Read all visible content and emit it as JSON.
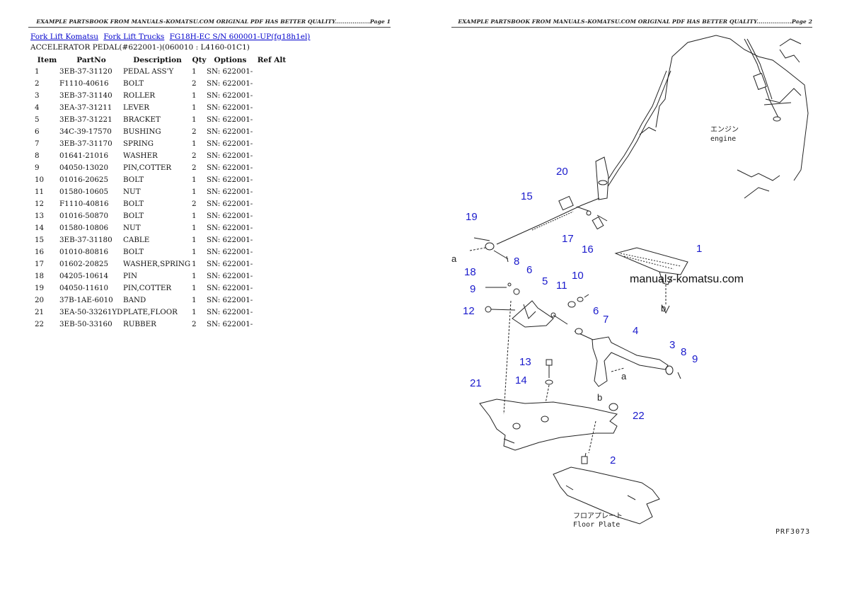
{
  "header": {
    "page1": "EXAMPLE PARTSBOOK FROM MANUALS-KOMATSU.COM ORIGINAL PDF HAS BETTER QUALITY..................Page 1",
    "page2": "EXAMPLE PARTSBOOK FROM MANUALS-KOMATSU.COM ORIGINAL PDF HAS BETTER QUALITY..................Page 2"
  },
  "breadcrumb": [
    {
      "label": "Fork Lift Komatsu"
    },
    {
      "label": "Fork Lift Trucks"
    },
    {
      "label": "FG18H-EC S/N 600001-UP(fg18h1el)"
    }
  ],
  "subtitle": "ACCELERATOR PEDAL(#622001-)(060010 : L4160-01C1)",
  "table": {
    "headers": [
      "Item",
      "PartNo",
      "Description",
      "Qty",
      "Options",
      "Ref Alt"
    ],
    "rows": [
      [
        "1",
        "3EB-37-31120",
        "PEDAL ASS'Y",
        "1",
        "SN: 622001-",
        ""
      ],
      [
        "2",
        "F1110-40616",
        "BOLT",
        "2",
        "SN: 622001-",
        ""
      ],
      [
        "3",
        "3EB-37-31140",
        "ROLLER",
        "1",
        "SN: 622001-",
        ""
      ],
      [
        "4",
        "3EA-37-31211",
        "LEVER",
        "1",
        "SN: 622001-",
        ""
      ],
      [
        "5",
        "3EB-37-31221",
        "BRACKET",
        "1",
        "SN: 622001-",
        ""
      ],
      [
        "6",
        "34C-39-17570",
        "BUSHING",
        "2",
        "SN: 622001-",
        ""
      ],
      [
        "7",
        "3EB-37-31170",
        "SPRING",
        "1",
        "SN: 622001-",
        ""
      ],
      [
        "8",
        "01641-21016",
        "WASHER",
        "2",
        "SN: 622001-",
        ""
      ],
      [
        "9",
        "04050-13020",
        "PIN,COTTER",
        "2",
        "SN: 622001-",
        ""
      ],
      [
        "10",
        "01016-20625",
        "BOLT",
        "1",
        "SN: 622001-",
        ""
      ],
      [
        "11",
        "01580-10605",
        "NUT",
        "1",
        "SN: 622001-",
        ""
      ],
      [
        "12",
        "F1110-40816",
        "BOLT",
        "2",
        "SN: 622001-",
        ""
      ],
      [
        "13",
        "01016-50870",
        "BOLT",
        "1",
        "SN: 622001-",
        ""
      ],
      [
        "14",
        "01580-10806",
        "NUT",
        "1",
        "SN: 622001-",
        ""
      ],
      [
        "15",
        "3EB-37-31180",
        "CABLE",
        "1",
        "SN: 622001-",
        ""
      ],
      [
        "16",
        "01010-80816",
        "BOLT",
        "1",
        "SN: 622001-",
        ""
      ],
      [
        "17",
        "01602-20825",
        "WASHER,SPRING",
        "1",
        "SN: 622001-",
        ""
      ],
      [
        "18",
        "04205-10614",
        "PIN",
        "1",
        "SN: 622001-",
        ""
      ],
      [
        "19",
        "04050-11610",
        "PIN,COTTER",
        "1",
        "SN: 622001-",
        ""
      ],
      [
        "20",
        "37B-1AE-6010",
        "BAND",
        "1",
        "SN: 622001-",
        ""
      ],
      [
        "21",
        "3EA-50-33261YD",
        "PLATE,FLOOR",
        "1",
        "SN: 622001-",
        ""
      ],
      [
        "22",
        "3EB-50-33160",
        "RUBBER",
        "2",
        "SN: 622001-",
        ""
      ]
    ]
  },
  "diagram": {
    "watermark": "manuals-komatsu.com",
    "engine_jp": "エンジン",
    "engine_en": "engine",
    "floor_jp": "フロアプレート",
    "floor_en": "Floor Plate",
    "drawing_code": "PRF3073",
    "callouts": [
      "1",
      "2",
      "3",
      "4",
      "5",
      "6",
      "6",
      "7",
      "8",
      "8",
      "9",
      "9",
      "10",
      "11",
      "12",
      "13",
      "14",
      "15",
      "16",
      "17",
      "18",
      "19",
      "20",
      "21",
      "22"
    ],
    "letters": [
      "a",
      "a",
      "b",
      "b"
    ],
    "callout_color": "#1a1acc"
  }
}
